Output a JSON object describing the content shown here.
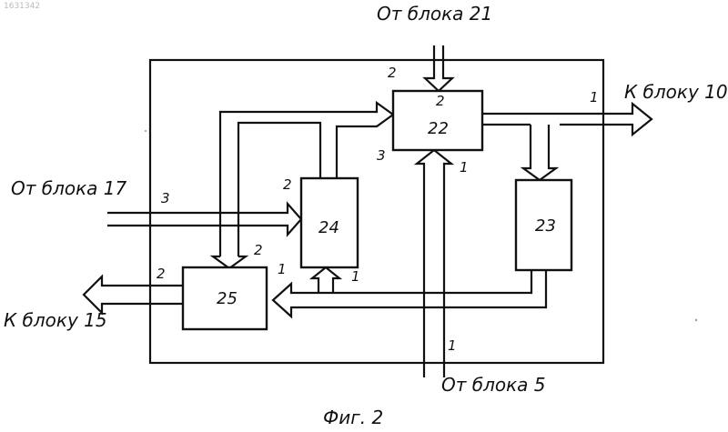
{
  "watermark": "1631342",
  "caption": "Фиг. 2",
  "blocks": {
    "b22": "22",
    "b23": "23",
    "b24": "24",
    "b25": "25"
  },
  "external": {
    "from21": "От блока 21",
    "to10": "К блоку 10",
    "from17": "От блока 17",
    "to15": "К блоку 15",
    "from5": "От блока 5"
  },
  "ports": {
    "p22_top_outer": "2",
    "p22_top_inner": "2",
    "p22_left": "3",
    "p22_bottom": "1",
    "p22_right": "1",
    "p24_top": "2",
    "p24_bottom": "1",
    "p25_top": "2",
    "p25_right": "1",
    "p25_left": "2",
    "p17_in": "3",
    "p5_in": "1"
  }
}
